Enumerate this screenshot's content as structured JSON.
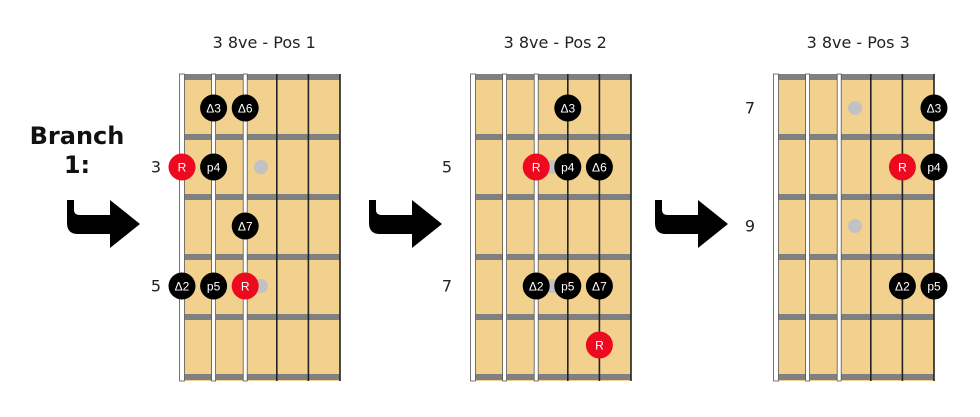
{
  "branch": {
    "label_line1": "Branch",
    "label_line2": "1:"
  },
  "colors": {
    "fretboard": "#F2D08E",
    "fret_bar": "#808080",
    "nut_string": "#FFFFFF",
    "string_line": "#222222",
    "note_black": "#000000",
    "note_root": "#EE0A1E",
    "inlay": "#C2C2C2",
    "note_text": "#FFFFFF"
  },
  "diagrams": [
    {
      "title": "3 8ve - Pos 1",
      "fret_labels": [
        {
          "text": "3",
          "row": 1
        },
        {
          "text": "5",
          "row": 3
        }
      ],
      "inlays": [
        {
          "row": 1,
          "between": 2
        },
        {
          "row": 3,
          "between": 2
        }
      ],
      "notes": [
        {
          "label": "Δ3",
          "string": 1,
          "row": 0,
          "root": false
        },
        {
          "label": "Δ6",
          "string": 2,
          "row": 0,
          "root": false
        },
        {
          "label": "R",
          "string": 0,
          "row": 1,
          "root": true
        },
        {
          "label": "p4",
          "string": 1,
          "row": 1,
          "root": false
        },
        {
          "label": "Δ7",
          "string": 2,
          "row": 2,
          "root": false
        },
        {
          "label": "Δ2",
          "string": 0,
          "row": 3,
          "root": false
        },
        {
          "label": "p5",
          "string": 1,
          "row": 3,
          "root": false
        },
        {
          "label": "R",
          "string": 2,
          "row": 3,
          "root": true
        }
      ]
    },
    {
      "title": "3 8ve - Pos 2",
      "fret_labels": [
        {
          "text": "5",
          "row": 1
        },
        {
          "text": "7",
          "row": 3
        }
      ],
      "inlays": [
        {
          "row": 1,
          "between": 2
        },
        {
          "row": 3,
          "between": 2
        }
      ],
      "notes": [
        {
          "label": "Δ3",
          "string": 3,
          "row": 0,
          "root": false
        },
        {
          "label": "R",
          "string": 2,
          "row": 1,
          "root": true
        },
        {
          "label": "p4",
          "string": 3,
          "row": 1,
          "root": false
        },
        {
          "label": "Δ6",
          "string": 4,
          "row": 1,
          "root": false
        },
        {
          "label": "Δ2",
          "string": 2,
          "row": 3,
          "root": false
        },
        {
          "label": "p5",
          "string": 3,
          "row": 3,
          "root": false
        },
        {
          "label": "Δ7",
          "string": 4,
          "row": 3,
          "root": false
        },
        {
          "label": "R",
          "string": 4,
          "row": 4,
          "root": true
        }
      ]
    },
    {
      "title": "3 8ve - Pos 3",
      "fret_labels": [
        {
          "text": "7",
          "row": 0
        },
        {
          "text": "9",
          "row": 2
        }
      ],
      "inlays": [
        {
          "row": 0,
          "between": 2
        },
        {
          "row": 2,
          "between": 2
        }
      ],
      "notes": [
        {
          "label": "Δ3",
          "string": 5,
          "row": 0,
          "root": false
        },
        {
          "label": "R",
          "string": 4,
          "row": 1,
          "root": true
        },
        {
          "label": "p4",
          "string": 5,
          "row": 1,
          "root": false
        },
        {
          "label": "Δ2",
          "string": 4,
          "row": 3,
          "root": false
        },
        {
          "label": "p5",
          "string": 5,
          "row": 3,
          "root": false
        }
      ]
    }
  ]
}
